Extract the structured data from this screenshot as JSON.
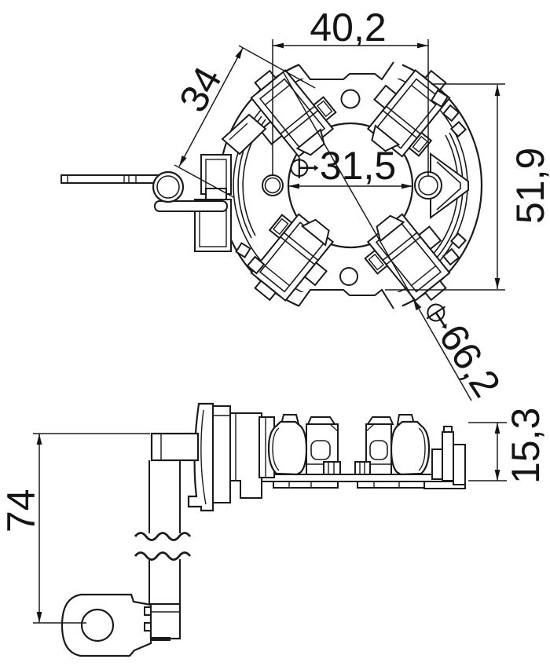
{
  "drawing": {
    "dimensions": {
      "front_view": {
        "mount_hole_spacing": "40,2",
        "brush_assembly_length": "34",
        "inner_bore_diameter": "⌱31,5",
        "overall_height": "51,9",
        "outer_diameter": "⌱66,2"
      },
      "side_view": {
        "lead_wire_length": "74",
        "brush_holder_height": "15,3"
      }
    }
  }
}
